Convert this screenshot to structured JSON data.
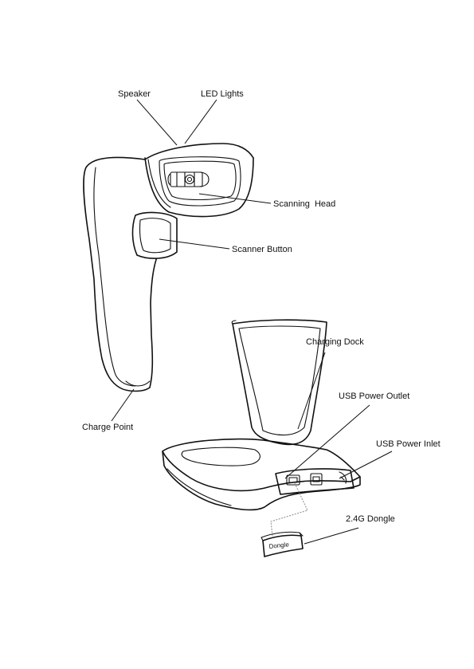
{
  "labels": {
    "speaker": "Speaker",
    "led_lights": "LED Lights",
    "scanning_head": "Scanning  Head",
    "scanner_button": "Scanner Button",
    "charge_point": "Charge Point",
    "charging_dock": "Charging Dock",
    "usb_power_outlet": "USB Power Outlet",
    "usb_power_inlet": "USB Power Inlet",
    "dongle_2_4g": "2.4G Dongle",
    "dongle_body_text": "Dongle"
  }
}
